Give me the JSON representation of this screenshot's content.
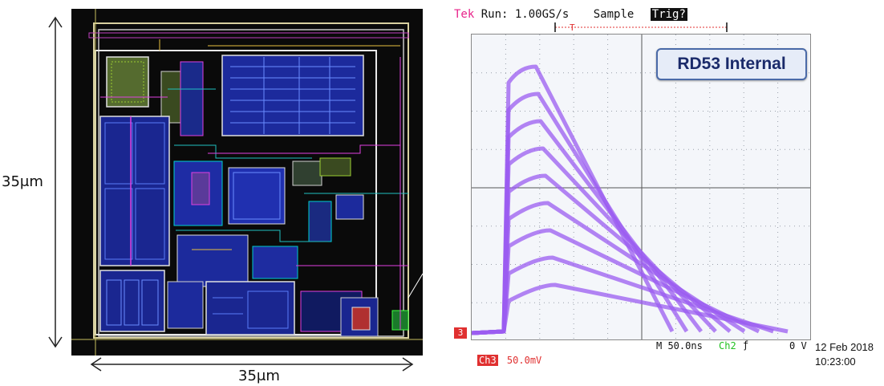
{
  "layout": {
    "height_label": "35μm",
    "width_label": "35μm"
  },
  "scope": {
    "brand": "Tek",
    "status": "Run: 1.00GS/s",
    "mode": "Sample",
    "trig": "Trig?",
    "watermark": "RD53 Internal",
    "channel_marker": "3",
    "timebase": "M 50.0ns",
    "trigger_channel": "Ch2",
    "trigger_level": "0 V",
    "ch_label": "Ch3",
    "ch_scale": "50.0mV",
    "date": "12 Feb 2018",
    "time": "10:23:00",
    "trace_color": "#9b5cf0",
    "header_accent": "#e8228a"
  }
}
